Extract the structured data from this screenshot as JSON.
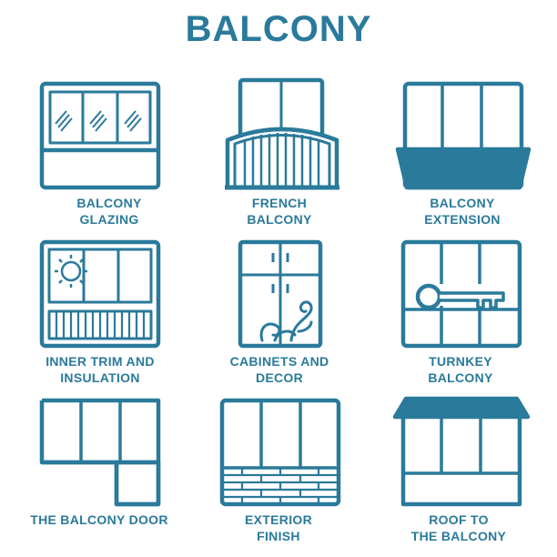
{
  "title": "BALCONY",
  "colors": {
    "primary": "#2a7a9b",
    "background": "#ffffff"
  },
  "items": [
    {
      "icon": "balcony-glazing-icon",
      "label": [
        "BALCONY",
        "GLAZING"
      ]
    },
    {
      "icon": "french-balcony-icon",
      "label": [
        "FRENCH",
        "BALCONY"
      ]
    },
    {
      "icon": "balcony-extension-icon",
      "label": [
        "BALCONY",
        "EXTENSION"
      ]
    },
    {
      "icon": "inner-trim-insulation-icon",
      "label": [
        "INNER TRIM AND",
        "INSULATION"
      ]
    },
    {
      "icon": "cabinets-decor-icon",
      "label": [
        "CABINETS AND",
        "DECOR"
      ]
    },
    {
      "icon": "turnkey-balcony-icon",
      "label": [
        "TURNKEY",
        "BALCONY"
      ]
    },
    {
      "icon": "balcony-door-icon",
      "label": [
        "THE BALCONY DOOR"
      ]
    },
    {
      "icon": "exterior-finish-icon",
      "label": [
        "EXTERIOR",
        "FINISH"
      ]
    },
    {
      "icon": "roof-balcony-icon",
      "label": [
        "ROOF TO",
        "THE BALCONY"
      ]
    }
  ]
}
